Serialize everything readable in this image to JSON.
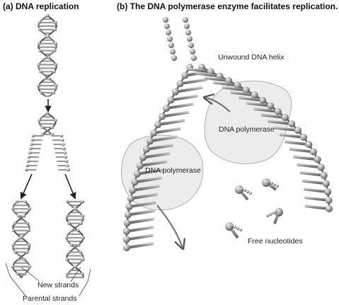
{
  "panel_a": {
    "title": "(a) DNA replication"
  },
  "panel_b": {
    "title": "(b) The DNA polymerase enzyme facilitates replication."
  },
  "labels": {
    "unwound": "Unwound DNA helix",
    "polymerase_upper": "DNA polymerase",
    "polymerase_lower": "DNA polymerase",
    "free_nucleotides": "Free nucleotides",
    "new_strands": "New strands",
    "parental_strands": "Parental strands"
  },
  "colors": {
    "ball_light": "#d8d8d8",
    "ball_dark": "#6f6f6f",
    "rod": "#9a9a9a",
    "enzyme": "#ececec",
    "arrow": "#222222"
  }
}
